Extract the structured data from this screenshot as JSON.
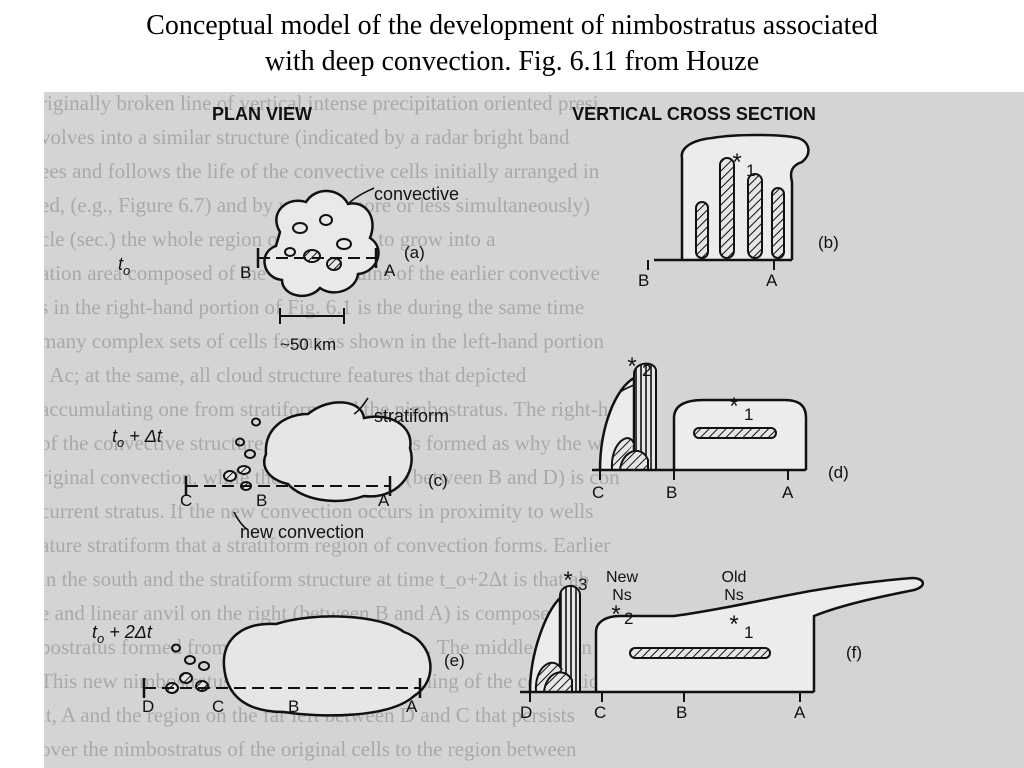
{
  "slide": {
    "title_line1": "Conceptual model of the development of nimbostratus associated",
    "title_line2": "with deep convection.  Fig. 6.11 from Houze"
  },
  "figure": {
    "plan_view_heading": "PLAN VIEW",
    "cross_section_heading": "VERTICAL CROSS SECTION",
    "label_convective": "convective",
    "label_stratiform": "stratiform",
    "label_new_convection": "new convection",
    "label_scale": "~50 km",
    "time_a": {
      "base": "t",
      "sub": "o",
      "rest": ""
    },
    "time_c": {
      "base": "t",
      "sub": "o",
      "rest": " + Δt"
    },
    "time_e": {
      "base": "t",
      "sub": "o",
      "rest": " + 2Δt"
    },
    "panel_letters": [
      "(a)",
      "(b)",
      "(c)",
      "(d)",
      "(e)",
      "(f)"
    ],
    "point_letters": {
      "A": "A",
      "B": "B",
      "C": "C",
      "D": "D"
    },
    "cell_numbers": {
      "one": "1",
      "two": "2",
      "three": "3"
    },
    "new_ns": [
      "New",
      "Ns"
    ],
    "old_ns": [
      "Old",
      "Ns"
    ]
  }
}
